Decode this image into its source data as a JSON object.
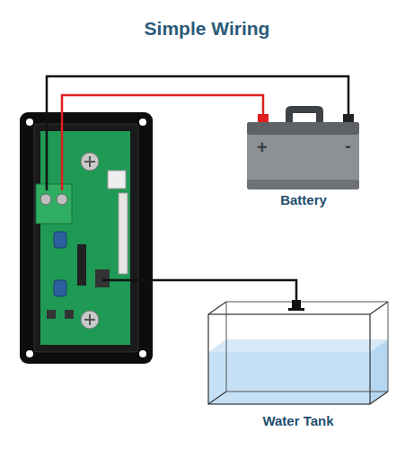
{
  "diagram": {
    "title": "Simple Wiring",
    "nodes": [
      {
        "text": [
          "Battery"
        ]
      },
      {
        "text": [
          "Water Tank"
        ]
      }
    ],
    "labels": [
      "+",
      "-"
    ]
  }
}
